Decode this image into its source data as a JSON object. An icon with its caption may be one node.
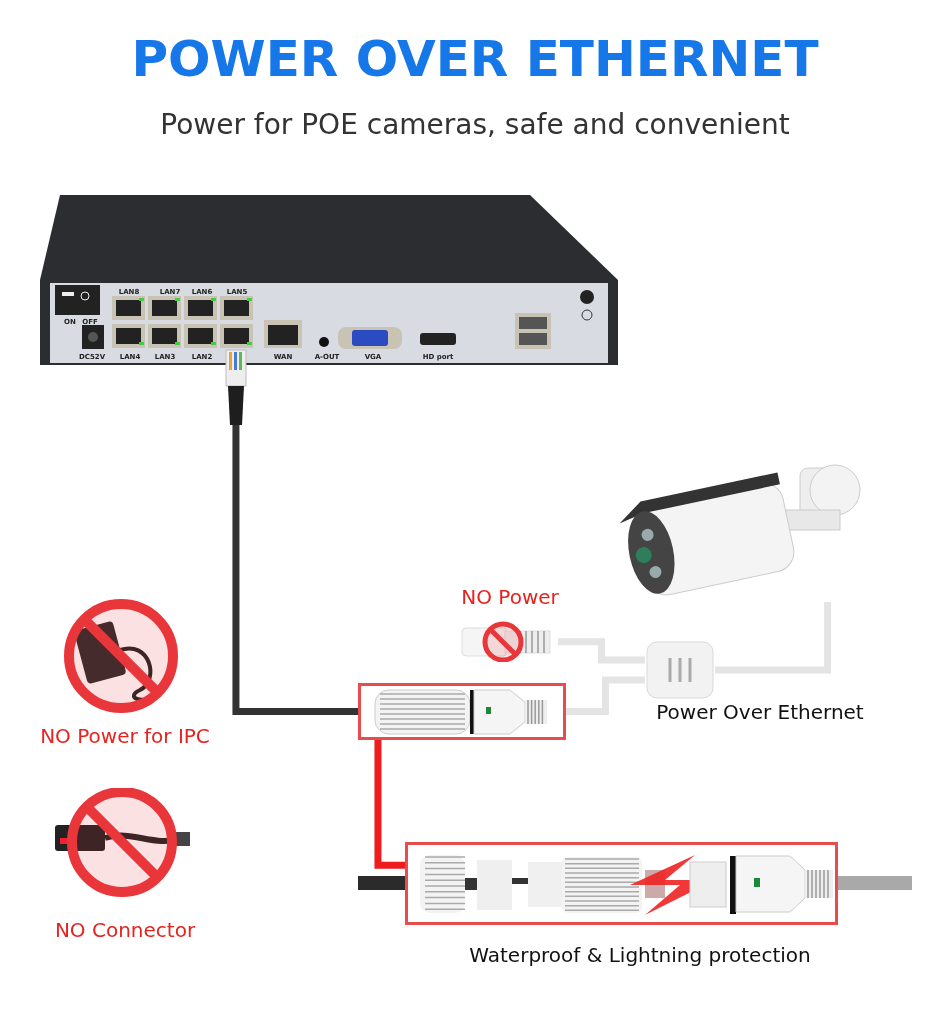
{
  "diagram": {
    "title": "POWER OVER ETHERNET",
    "nodes": [
      {
        "text": [],
        "shape": "picture"
      },
      {
        "text": [],
        "shape": "picture"
      },
      {
        "text": [],
        "shape": "box",
        "beside": [
          "Power Over Ethernet"
        ]
      },
      {
        "text": [],
        "shape": "picture",
        "beside": [
          "NO Power"
        ]
      },
      {
        "text": [],
        "shape": "box"
      },
      {
        "text": [],
        "shape": "box",
        "beside": [
          "Waterproof & Lightning protection"
        ]
      },
      {
        "text": [],
        "shape": "picture",
        "beside": [
          "NO Power for IPC"
        ]
      },
      {
        "text": [],
        "shape": "picture",
        "beside": [
          "NO Connector"
        ]
      }
    ],
    "edges": [
      {
        "from": 0,
        "to": 4,
        "arrow": "none",
        "color": "#333333"
      },
      {
        "from": 4,
        "to": 2,
        "arrow": "none"
      },
      {
        "from": 2,
        "to": 1,
        "arrow": "none"
      },
      {
        "from": 2,
        "to": 3,
        "arrow": "none"
      },
      {
        "from": 4,
        "to": 5,
        "arrow": "none",
        "color": "#ee1c1c"
      }
    ],
    "labels": [
      "Power for POE cameras, safe and convenient",
      "LAN8",
      "LAN7",
      "LAN6",
      "LAN5",
      "ON",
      "OFF",
      "DC52V",
      "LAN4",
      "LAN3",
      "LAN2",
      "WAN",
      "A-OUT",
      "VGA",
      "HD port"
    ]
  }
}
